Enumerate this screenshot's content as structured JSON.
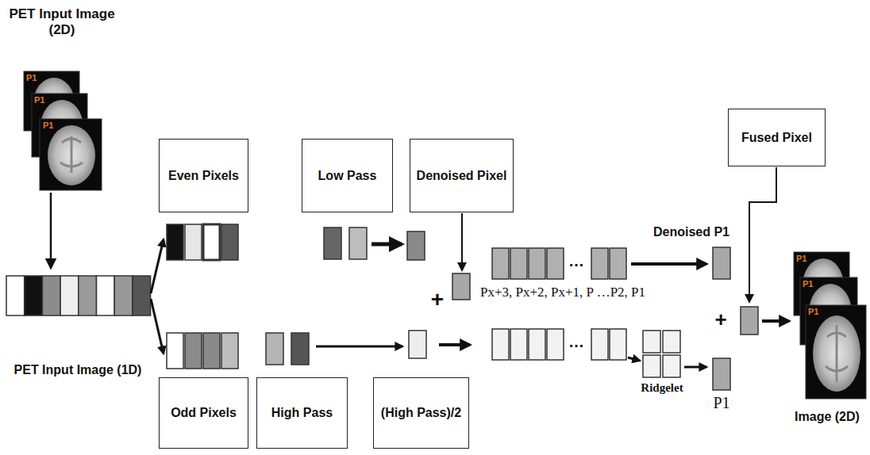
{
  "diagram": {
    "nodes": [
      {
        "text": [
          "Even Pixels"
        ]
      },
      {
        "text": [
          "Odd Pixels"
        ]
      },
      {
        "text": [
          "Low Pass"
        ]
      },
      {
        "text": [
          "Denoised Pixel"
        ]
      },
      {
        "text": [
          "High Pass"
        ]
      },
      {
        "text": [
          "(High Pass)/2"
        ]
      },
      {
        "text": [
          "Fused Pixel"
        ]
      }
    ],
    "labels": [
      "PET Input Image (2D)",
      "P1",
      "P1",
      "P1",
      "PET Input Image (1D)",
      "+",
      "Px+3, Px+2, Px+1, P …P2, P1",
      "…",
      "…",
      "Denoised P1",
      "Ridgelet",
      "P1",
      "+",
      "P1",
      "P1",
      "P1",
      "Image (2D)"
    ]
  }
}
